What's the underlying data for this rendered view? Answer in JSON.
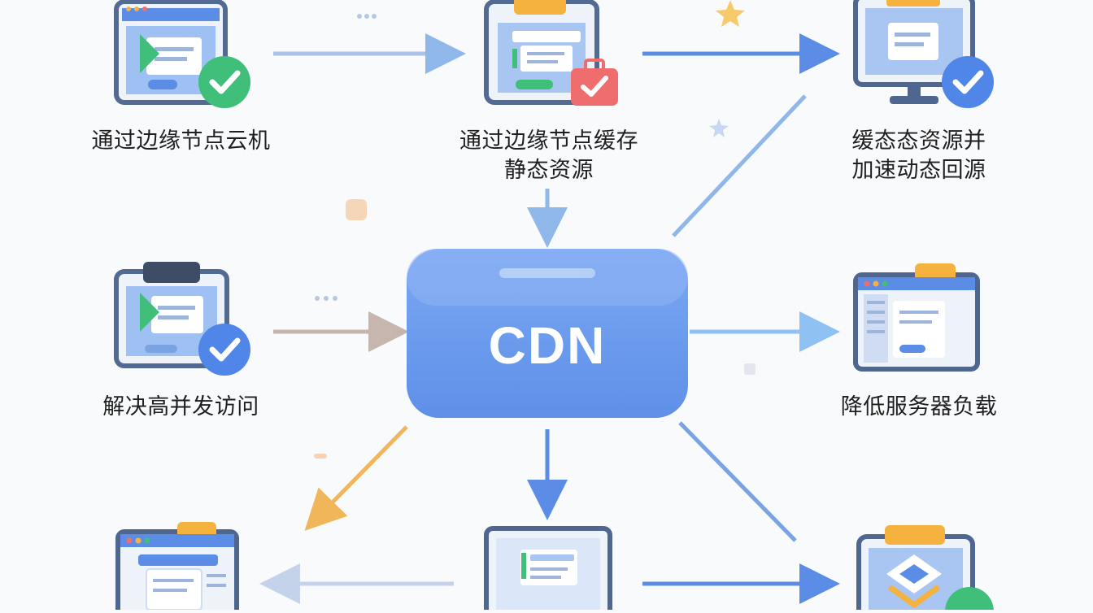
{
  "center": {
    "title": "CDN"
  },
  "nodes": {
    "top_left": {
      "label": "通过边缘节点云机"
    },
    "top_center": {
      "label": "通过边缘节点缓存\n静态资源"
    },
    "top_right": {
      "label": "缓态态资源并\n加速动态回源"
    },
    "middle_left": {
      "label": "解决高并发访问"
    },
    "middle_right": {
      "label": "降低服务器负载"
    }
  },
  "colors": {
    "primary_blue": "#5b8de6",
    "cdn_blue": "#6f9ef0",
    "success_green": "#3fbf7a",
    "check_blue": "#4f86e8",
    "accent_orange": "#f5b23e",
    "alert_red": "#f06d6d",
    "arrow_orange": "#f2b65a",
    "arrow_tan": "#c6b6ad",
    "arrow_light_blue": "#8fc1f2"
  }
}
